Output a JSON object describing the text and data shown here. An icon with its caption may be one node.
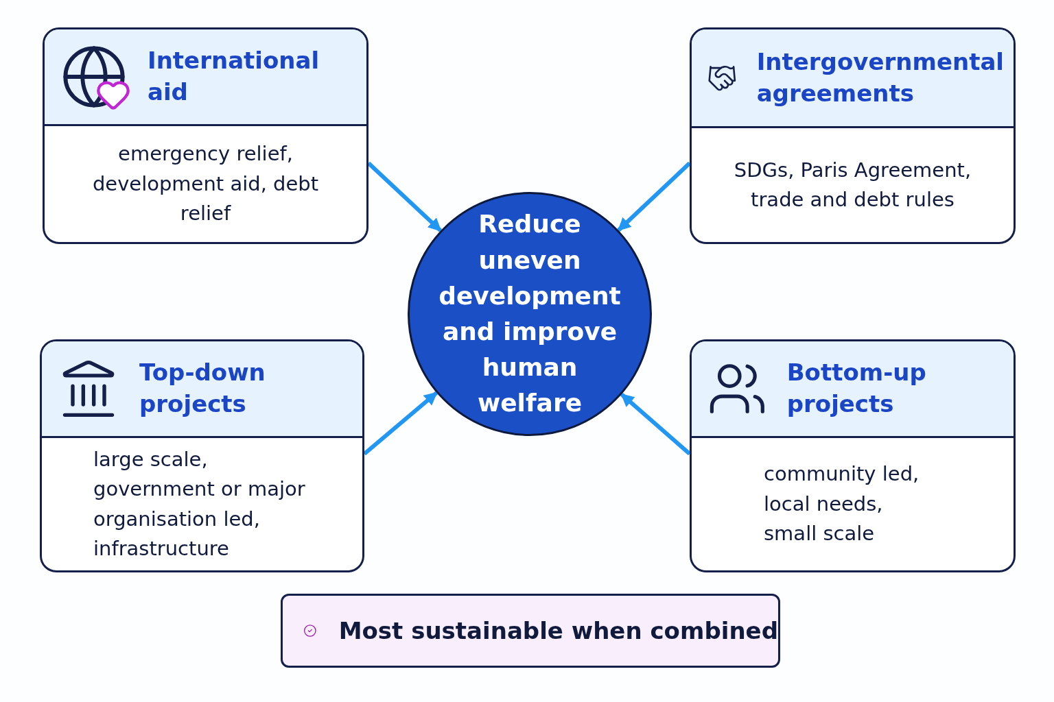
{
  "diagram": {
    "nodes": [
      {
        "text": [
          "International aid",
          "emergency relief, development aid, debt relief"
        ]
      },
      {
        "text": [
          "Intergovernmental agreements",
          "SDGs, Paris Agreement, trade and debt rules"
        ]
      },
      {
        "text": [
          "Reduce uneven development and improve human welfare"
        ]
      },
      {
        "text": [
          "Top-down projects",
          "large scale, government or major organisation led, infrastructure"
        ]
      },
      {
        "text": [
          "Bottom-up projects",
          "community led, local needs, small scale"
        ]
      },
      {
        "text": [
          "Most sustainable when combined"
        ]
      }
    ],
    "edges": [
      {
        "from": 0,
        "to": 2,
        "arrow": "to"
      },
      {
        "from": 1,
        "to": 2,
        "arrow": "to"
      },
      {
        "from": 3,
        "to": 2,
        "arrow": "to"
      },
      {
        "from": 4,
        "to": 2,
        "arrow": "to"
      }
    ]
  }
}
